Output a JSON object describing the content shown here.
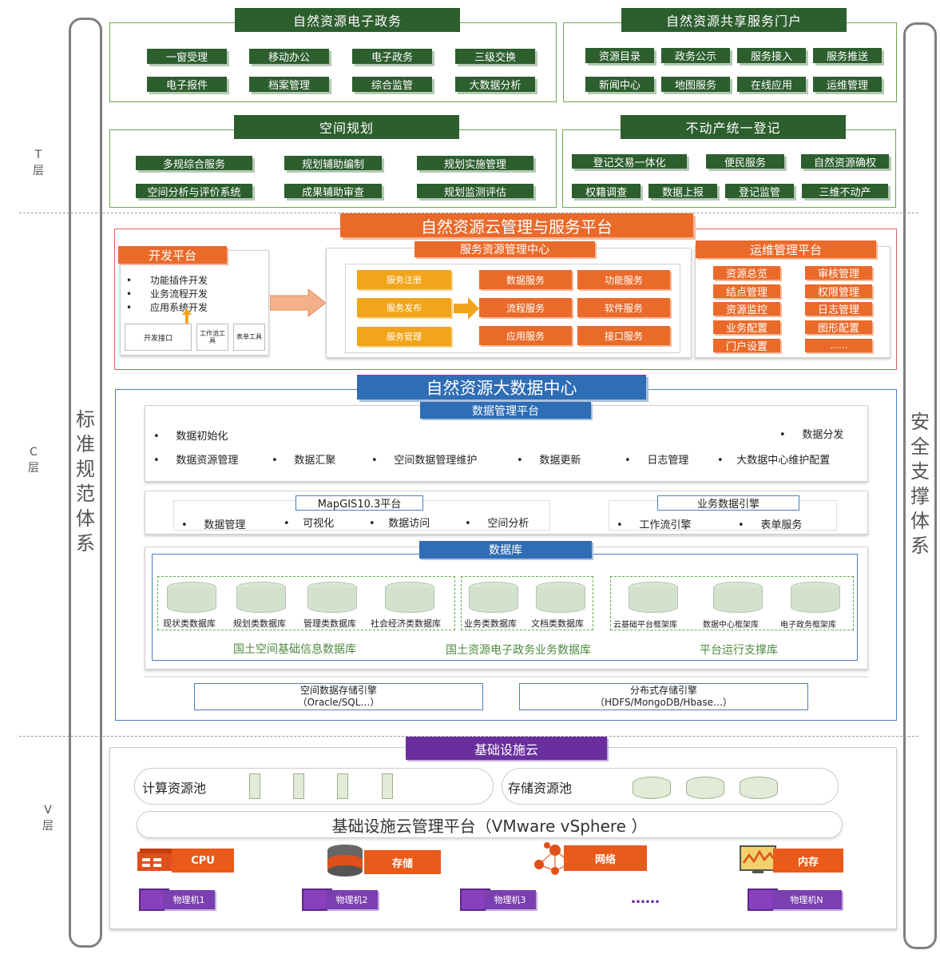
{
  "side": {
    "left_title": [
      "标",
      "准",
      "规",
      "范",
      "体",
      "系"
    ],
    "right_title": [
      "安",
      "全",
      "支",
      "撑",
      "体",
      "系"
    ]
  },
  "layers": {
    "t": [
      "T",
      "层"
    ],
    "c": [
      "C",
      "层"
    ],
    "v": [
      "V",
      "层"
    ]
  },
  "t_layer": {
    "egov": {
      "title": "自然资源电子政务",
      "items": [
        "一窗受理",
        "移动办公",
        "电子政务",
        "三级交换",
        "电子报件",
        "档案管理",
        "综合监管",
        "大数据分析"
      ]
    },
    "portal": {
      "title": "自然资源共享服务门户",
      "items": [
        "资源目录",
        "政务公示",
        "服务接入",
        "服务推送",
        "新闻中心",
        "地图服务",
        "在线应用",
        "运维管理"
      ]
    },
    "planning": {
      "title": "空间规划",
      "items": [
        "多规综合服务",
        "规划辅助编制",
        "规划实施管理",
        "空间分析与评价系统",
        "成果辅助审查",
        "规划监测评估"
      ]
    },
    "realestate": {
      "title": "不动产统一登记",
      "items": [
        "登记交易一体化",
        "便民服务",
        "自然资源确权",
        "权籍调查",
        "数据上报",
        "登记监管",
        "三维不动产"
      ]
    }
  },
  "cloud": {
    "title": "自然资源云管理与服务平台",
    "dev": {
      "title": "开发平台",
      "bullets": [
        "功能插件开发",
        "业务流程开发",
        "应用系统开发"
      ],
      "tools": [
        "开发接口",
        "工作流工具",
        "表单工具"
      ]
    },
    "service": {
      "title": "服务资源管理中心",
      "left": [
        "服务注册",
        "服务发布",
        "服务管理"
      ],
      "right": [
        "数据服务",
        "功能服务",
        "流程服务",
        "软件服务",
        "应用服务",
        "接口服务"
      ]
    },
    "ops": {
      "title": "运维管理平台",
      "items": [
        "资源总览",
        "审核管理",
        "结点管理",
        "权限管理",
        "资源监控",
        "日志管理",
        "业务配置",
        "图形配置",
        "门户设置",
        "……"
      ]
    }
  },
  "bigdata": {
    "title": "自然资源大数据中心",
    "mgmt": {
      "title": "数据管理平台",
      "row1_left": "数据初始化",
      "row1_right": "数据分发",
      "row2": [
        "数据资源管理",
        "数据汇聚",
        "空间数据管理维护",
        "数据更新",
        "日志管理",
        "大数据中心维护配置"
      ]
    },
    "mapgis": {
      "title": "MapGIS10.3平台",
      "items": [
        "数据管理",
        "可视化",
        "数据访问",
        "空间分析"
      ]
    },
    "engine": {
      "title": "业务数据引擎",
      "items": [
        "工作流引擎",
        "表单服务"
      ]
    },
    "database": {
      "title": "数据库",
      "group1": {
        "name": "国土空间基础信息数据库",
        "dbs": [
          "现状类数据库",
          "规划类数据库",
          "管理类数据库",
          "社会经济类数据库"
        ]
      },
      "group2": {
        "name": "国土资源电子政务业务数据库",
        "dbs": [
          "业务类数据库",
          "文档类数据库"
        ]
      },
      "group3": {
        "name": "平台运行支撑库",
        "dbs": [
          "云基础平台框架库",
          "数据中心框架库",
          "电子政务框架库"
        ]
      }
    },
    "storage": [
      {
        "title": "空间数据存储引擎",
        "sub": "（Oracle/SQL…）"
      },
      {
        "title": "分布式存储引擎",
        "sub": "（HDFS/MongoDB/Hbase…）"
      }
    ]
  },
  "infra": {
    "title": "基础设施云",
    "compute_pool": "计算资源池",
    "storage_pool": "存储资源池",
    "mgmt_platform": "基础设施云管理平台（VMware vSphere ）",
    "hardware": [
      "CPU",
      "存储",
      "网络",
      "内存"
    ],
    "machines": [
      "物理机1",
      "物理机2",
      "物理机3",
      "物理机N"
    ],
    "ellipsis": "……"
  }
}
